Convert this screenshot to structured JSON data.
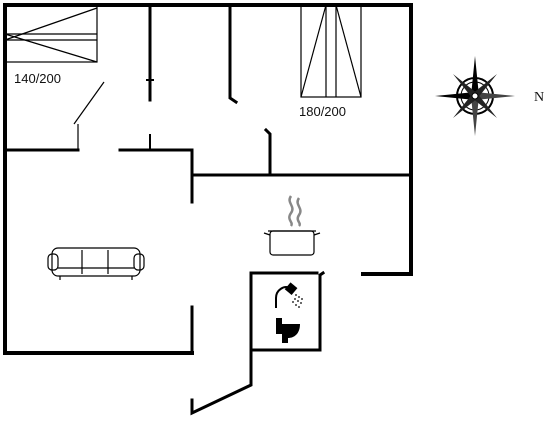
{
  "rooms": {
    "bedroom_1": {
      "bed_label": "140/200"
    },
    "bedroom_2": {
      "bed_label": "180/200"
    }
  },
  "compass": {
    "north_label": "N"
  },
  "icons": {
    "sofa": "sofa-icon",
    "cooking_pot": "cooking-pot-icon",
    "shower": "shower-icon",
    "toilet": "toilet-icon",
    "compass": "compass-rose-icon"
  }
}
